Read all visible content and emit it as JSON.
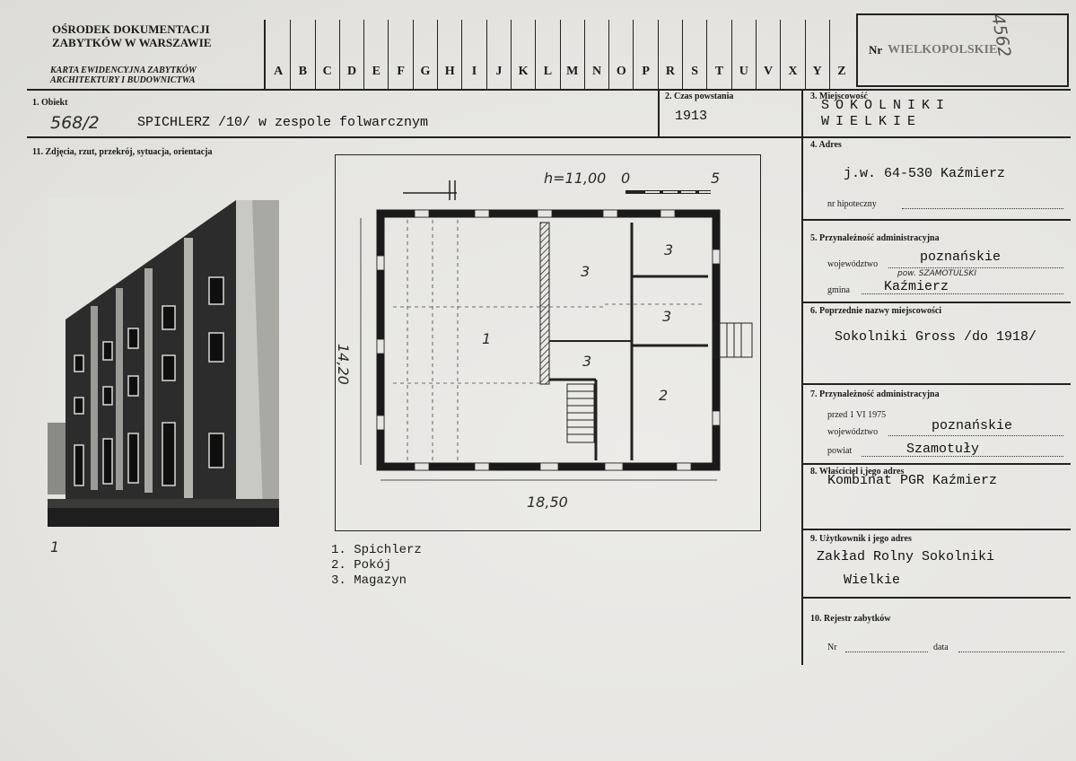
{
  "header": {
    "institution_line1": "OŚRODEK DOKUMENTACJI",
    "institution_line2": "ZABYTKÓW W WARSZAWIE",
    "card_line1": "KARTA EWIDENCYJNA ZABYTKÓW",
    "card_line2": "ARCHITEKTURY I BUDOWNICTWA",
    "letters": [
      "A",
      "B",
      "C",
      "D",
      "E",
      "F",
      "G",
      "H",
      "I",
      "J",
      "K",
      "L",
      "M",
      "N",
      "O",
      "P",
      "R",
      "S",
      "T",
      "U",
      "V",
      "X",
      "Y",
      "Z"
    ],
    "nr_label": "Nr",
    "nr_value": "WIELKOPOLSKIE",
    "corner_number": "4562"
  },
  "fields": {
    "f1_label": "1. Obiekt",
    "f1_handnote": "568/2",
    "f1_value": "SPICHLERZ /10/ w zespole folwarcznym",
    "f2_label": "2. Czas powstania",
    "f2_value": "1913",
    "f3_label": "3. Miejscowość",
    "f3_line1": "SOKOLNIKI",
    "f3_line2": "WIELKIE",
    "f11_label": "11. Zdjęcia, rzut, przekrój, sytuacja, orientacja",
    "f4_label": "4. Adres",
    "f4_value": "j.w. 64-530 Kaźmierz",
    "f4_sub": "nr hipoteczny",
    "f5_label": "5. Przynależność administracyjna",
    "f5_woj_label": "województwo",
    "f5_woj_value": "poznańskie",
    "f5_handnote": "pow. SZAMOTULSKI",
    "f5_gmina_label": "gmina",
    "f5_gmina_value": "Kaźmierz",
    "f6_label": "6. Poprzednie nazwy miejscowości",
    "f6_value": "Sokolniki Gross /do 1918/",
    "f7_label": "7. Przynależność administracyjna",
    "f7_sub": "przed 1 VI 1975",
    "f7_woj_label": "województwo",
    "f7_woj_value": "poznańskie",
    "f7_pow_label": "powiat",
    "f7_pow_value": "Szamotuły",
    "f8_label": "8. Właściciel i jego adres",
    "f8_value": "Kombinat PGR Kaźmierz",
    "f9_label": "9. Użytkownik i jego adres",
    "f9_line1": "Zakład Rolny Sokolniki",
    "f9_line2": "Wielkie",
    "f10_label": "10. Rejestr zabytków",
    "f10_nr": "Nr",
    "f10_data": "data"
  },
  "photo": {
    "caption": "1"
  },
  "plan": {
    "height_note": "h=11,00",
    "scale_0": "0",
    "scale_5": "5",
    "dim_width": "18,50",
    "dim_height": "14,20",
    "room1": "1",
    "room2": "2",
    "room3a": "3",
    "room3b": "3",
    "room3c": "3",
    "room3d": "3"
  },
  "legend": [
    "1. Spichlerz",
    "2. Pokój",
    "3. Magazyn"
  ]
}
